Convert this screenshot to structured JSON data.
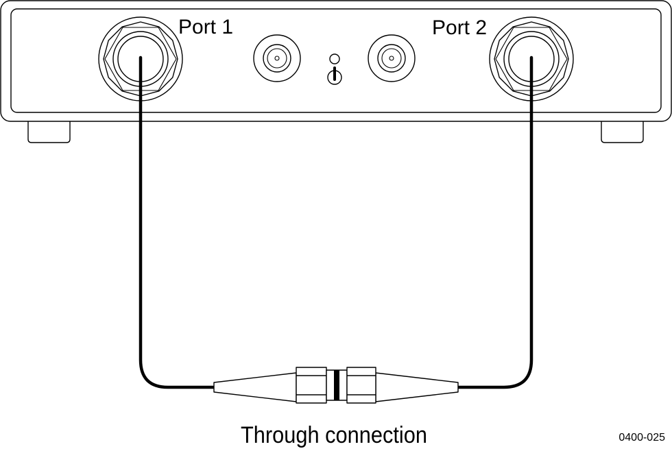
{
  "ports": [
    {
      "label": "Port 1"
    },
    {
      "label": "Port 2"
    }
  ],
  "caption": "Through connection",
  "figure_id": "0400-025",
  "icons": [
    "power-icon",
    "led-indicator-icon",
    "coax-connector-icon",
    "through-adapter-icon"
  ]
}
